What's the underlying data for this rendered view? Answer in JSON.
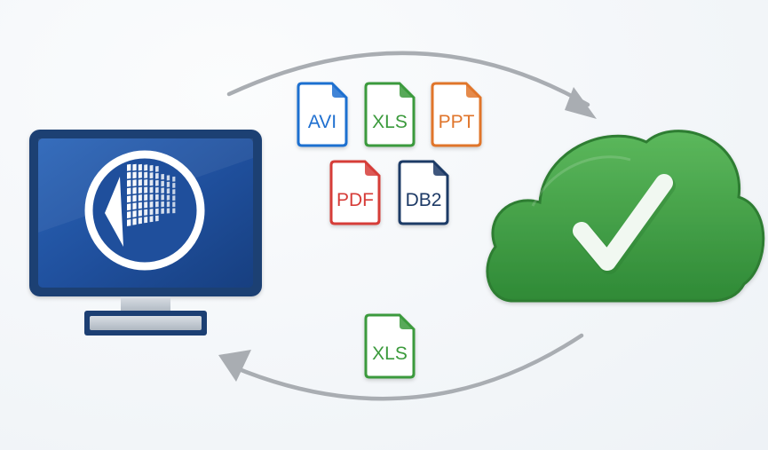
{
  "colors": {
    "background": "#f3f6f9",
    "arrow": "#a9adb2",
    "monitor_frame": "#1c3f73",
    "monitor_screen": "#1f4f9c",
    "monitor_stand": "#c5cdd6",
    "cloud": "#43a047",
    "checkmark": "#f1f8f1"
  },
  "icons": {
    "monitor": "desktop-monitor-icon",
    "app_logo": "cube-grid-logo-icon",
    "cloud": "cloud-icon",
    "checkmark": "checkmark-icon",
    "upload_arrow": "curved-arrow-right-icon",
    "download_arrow": "curved-arrow-left-icon"
  },
  "upload_files": [
    {
      "label": "AVI",
      "color": "#1e6fd0"
    },
    {
      "label": "XLS",
      "color": "#3b9a3c"
    },
    {
      "label": "PPT",
      "color": "#e0752b"
    },
    {
      "label": "PDF",
      "color": "#d63c38"
    },
    {
      "label": "DB2",
      "color": "#1d3a66"
    }
  ],
  "download_files": [
    {
      "label": "XLS",
      "color": "#3b9a3c"
    }
  ]
}
